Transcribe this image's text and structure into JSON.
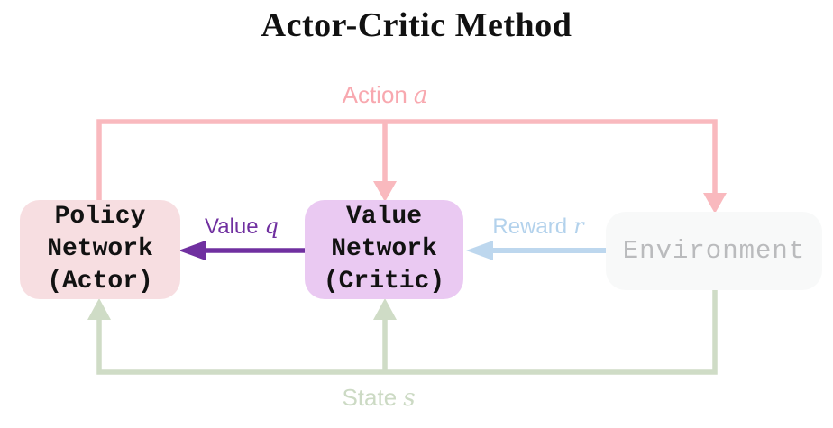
{
  "title": "Actor-Critic Method",
  "boxes": {
    "policy": {
      "lines": [
        "Policy",
        "Network",
        "(Actor)"
      ],
      "fill": "#f7dee1",
      "text_color": "#121212"
    },
    "value": {
      "lines": [
        "Value",
        "Network",
        "(Critic)"
      ],
      "fill": "#eac9f2",
      "text_color": "#121212"
    },
    "environment": {
      "label": "Environment",
      "fill": "#f8f9f9",
      "text_color": "#babbbd"
    }
  },
  "arrows": {
    "action": {
      "label": "Action",
      "var": "a",
      "color": "#f9b9be",
      "from": "policy-network",
      "to": [
        "value-network",
        "environment"
      ]
    },
    "value": {
      "label": "Value",
      "var": "q",
      "color": "#7030a0",
      "from": "value-network",
      "to": [
        "policy-network"
      ]
    },
    "reward": {
      "label": "Reward",
      "var": "r",
      "color": "#bdd7ee",
      "from": "environment",
      "to": [
        "value-network"
      ]
    },
    "state": {
      "label": "State",
      "var": "s",
      "color": "#cfdcc6",
      "from": "environment",
      "to": [
        "policy-network",
        "value-network"
      ]
    }
  }
}
